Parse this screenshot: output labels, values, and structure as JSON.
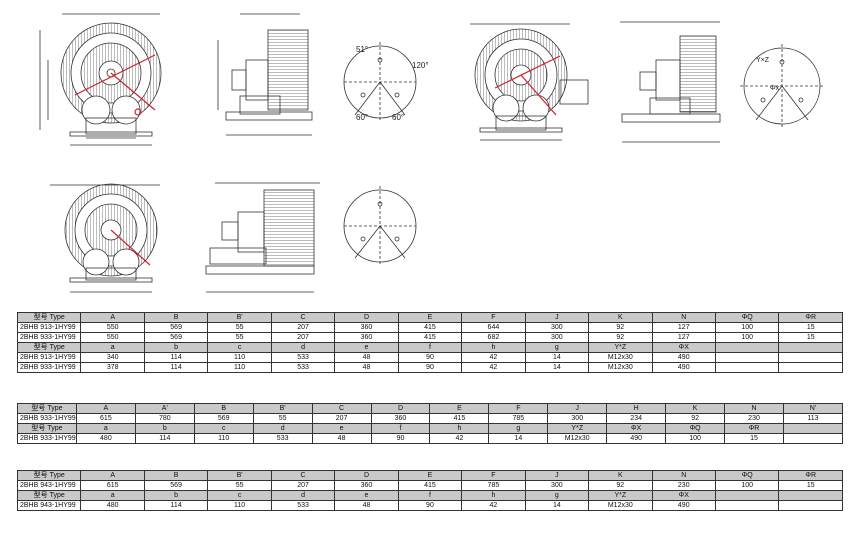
{
  "tables": [
    {
      "rows": [
        {
          "kind": "hdr",
          "cells": [
            "型号 Type",
            "A",
            "B",
            "B'",
            "C",
            "D",
            "E",
            "F",
            "J",
            "K",
            "N",
            "ΦQ",
            "ΦR"
          ]
        },
        {
          "kind": "data",
          "cells": [
            "2BHB 913-1HY99",
            "550",
            "569",
            "55",
            "207",
            "360",
            "415",
            "644",
            "300",
            "92",
            "127",
            "100",
            "15"
          ]
        },
        {
          "kind": "data",
          "cells": [
            "2BHB 933-1HY99",
            "550",
            "569",
            "55",
            "207",
            "360",
            "415",
            "682",
            "300",
            "92",
            "127",
            "100",
            "15"
          ]
        },
        {
          "kind": "hdr",
          "cells": [
            "型号 Type",
            "a",
            "b",
            "c",
            "d",
            "e",
            "f",
            "h",
            "g",
            "Y*Z",
            "ΦX",
            "",
            ""
          ]
        },
        {
          "kind": "data",
          "cells": [
            "2BHB 913-1HY99",
            "340",
            "114",
            "110",
            "533",
            "48",
            "90",
            "42",
            "14",
            "M12x30",
            "490",
            "",
            ""
          ]
        },
        {
          "kind": "data",
          "cells": [
            "2BHB 933-1HY99",
            "378",
            "114",
            "110",
            "533",
            "48",
            "90",
            "42",
            "14",
            "M12x30",
            "490",
            "",
            ""
          ]
        }
      ]
    },
    {
      "rows": [
        {
          "kind": "hdr",
          "cells": [
            "型号 Type",
            "A",
            "A'",
            "B",
            "B'",
            "C",
            "D",
            "E",
            "F",
            "J",
            "H",
            "K",
            "N",
            "N'"
          ]
        },
        {
          "kind": "data",
          "cells": [
            "2BHB 933-1HY99",
            "615",
            "780",
            "569",
            "55",
            "207",
            "360",
            "415",
            "785",
            "300",
            "234",
            "92",
            "230",
            "113"
          ]
        },
        {
          "kind": "hdr",
          "cells": [
            "型号 Type",
            "a",
            "b",
            "c",
            "d",
            "e",
            "f",
            "h",
            "g",
            "Y*Z",
            "ΦX",
            "ΦQ",
            "ΦR",
            ""
          ]
        },
        {
          "kind": "data",
          "cells": [
            "2BHB 933-1HY99",
            "480",
            "114",
            "110",
            "533",
            "48",
            "90",
            "42",
            "14",
            "M12x30",
            "490",
            "100",
            "15",
            ""
          ]
        }
      ]
    },
    {
      "rows": [
        {
          "kind": "hdr",
          "cells": [
            "型号 Type",
            "A",
            "B",
            "B'",
            "C",
            "D",
            "E",
            "F",
            "J",
            "K",
            "N",
            "ΦQ",
            "ΦR"
          ]
        },
        {
          "kind": "data",
          "cells": [
            "2BHB 943-1HY99",
            "615",
            "569",
            "55",
            "207",
            "360",
            "415",
            "785",
            "300",
            "92",
            "230",
            "100",
            "15"
          ]
        },
        {
          "kind": "hdr",
          "cells": [
            "型号 Type",
            "a",
            "b",
            "c",
            "d",
            "e",
            "f",
            "h",
            "g",
            "Y*Z",
            "ΦX",
            "",
            ""
          ]
        },
        {
          "kind": "data",
          "cells": [
            "2BHB 943-1HY99",
            "480",
            "114",
            "110",
            "533",
            "48",
            "90",
            "42",
            "14",
            "M12x30",
            "490",
            "",
            ""
          ]
        }
      ]
    }
  ],
  "drawing_labels": {
    "angle_51": "51°",
    "angle_120": "120°",
    "angle_60": "60°",
    "angle_60b": "60°",
    "phi_x": "Φx",
    "y_z": "Y×Z"
  }
}
